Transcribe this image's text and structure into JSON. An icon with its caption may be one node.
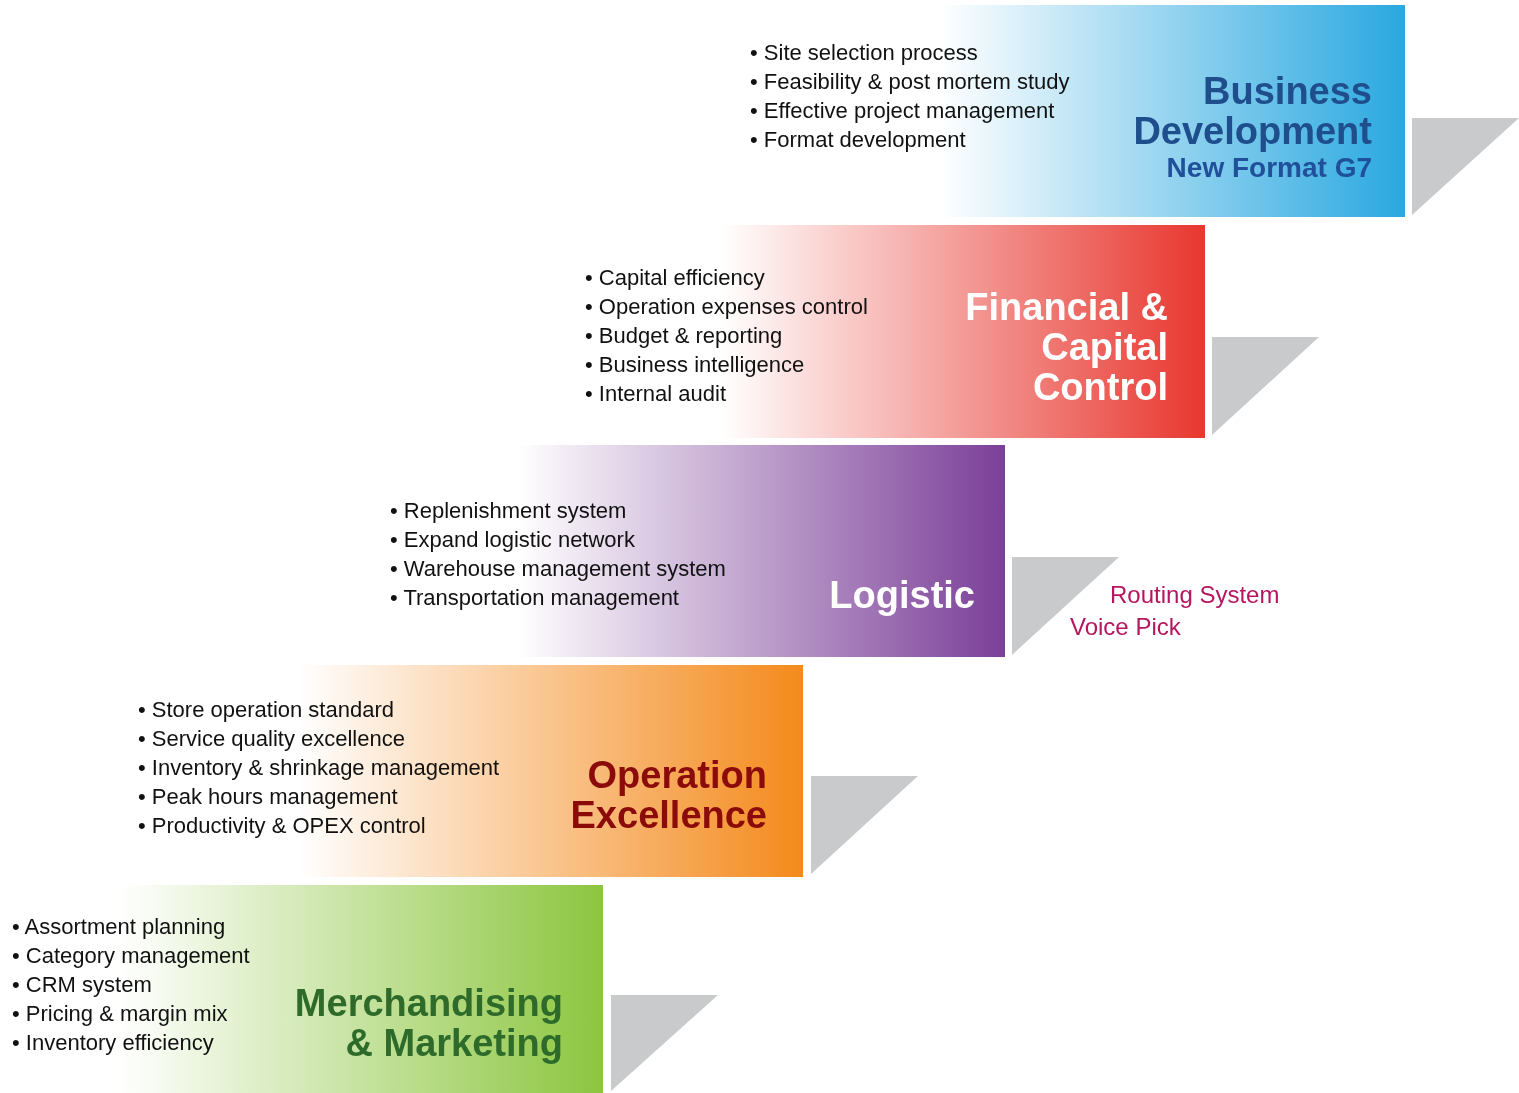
{
  "diagram": {
    "nodes": [
      {
        "text": [
          "Business Development",
          "New Format G7",
          "• Site selection process",
          "• Feasibility & post mortem study",
          "• Effective project management",
          "• Format development"
        ]
      },
      {
        "text": [
          "Financial & Capital Control",
          "• Capital efficiency",
          "• Operation expenses control",
          "• Budget & reporting",
          "• Business intelligence",
          "• Internal audit"
        ]
      },
      {
        "text": [
          "Logistic",
          "• Replenishment system",
          "• Expand logistic network",
          "• Warehouse management system",
          "• Transportation management"
        ],
        "beside": [
          "Routing System",
          "Voice Pick"
        ]
      },
      {
        "text": [
          "Operation Excellence",
          "• Store operation standard",
          "• Service quality excellence",
          "• Inventory & shrinkage management",
          "• Peak hours management",
          "• Productivity & OPEX control"
        ]
      },
      {
        "text": [
          "Merchandising & Marketing",
          "• Assortment planning",
          "• Category management",
          "• CRM system",
          "• Pricing & margin mix",
          "• Inventory efficiency"
        ]
      },
      {
        "text": [],
        "shape": "triangle"
      },
      {
        "text": [],
        "shape": "triangle"
      },
      {
        "text": [],
        "shape": "triangle"
      },
      {
        "text": [],
        "shape": "triangle"
      },
      {
        "text": [],
        "shape": "triangle"
      }
    ]
  }
}
